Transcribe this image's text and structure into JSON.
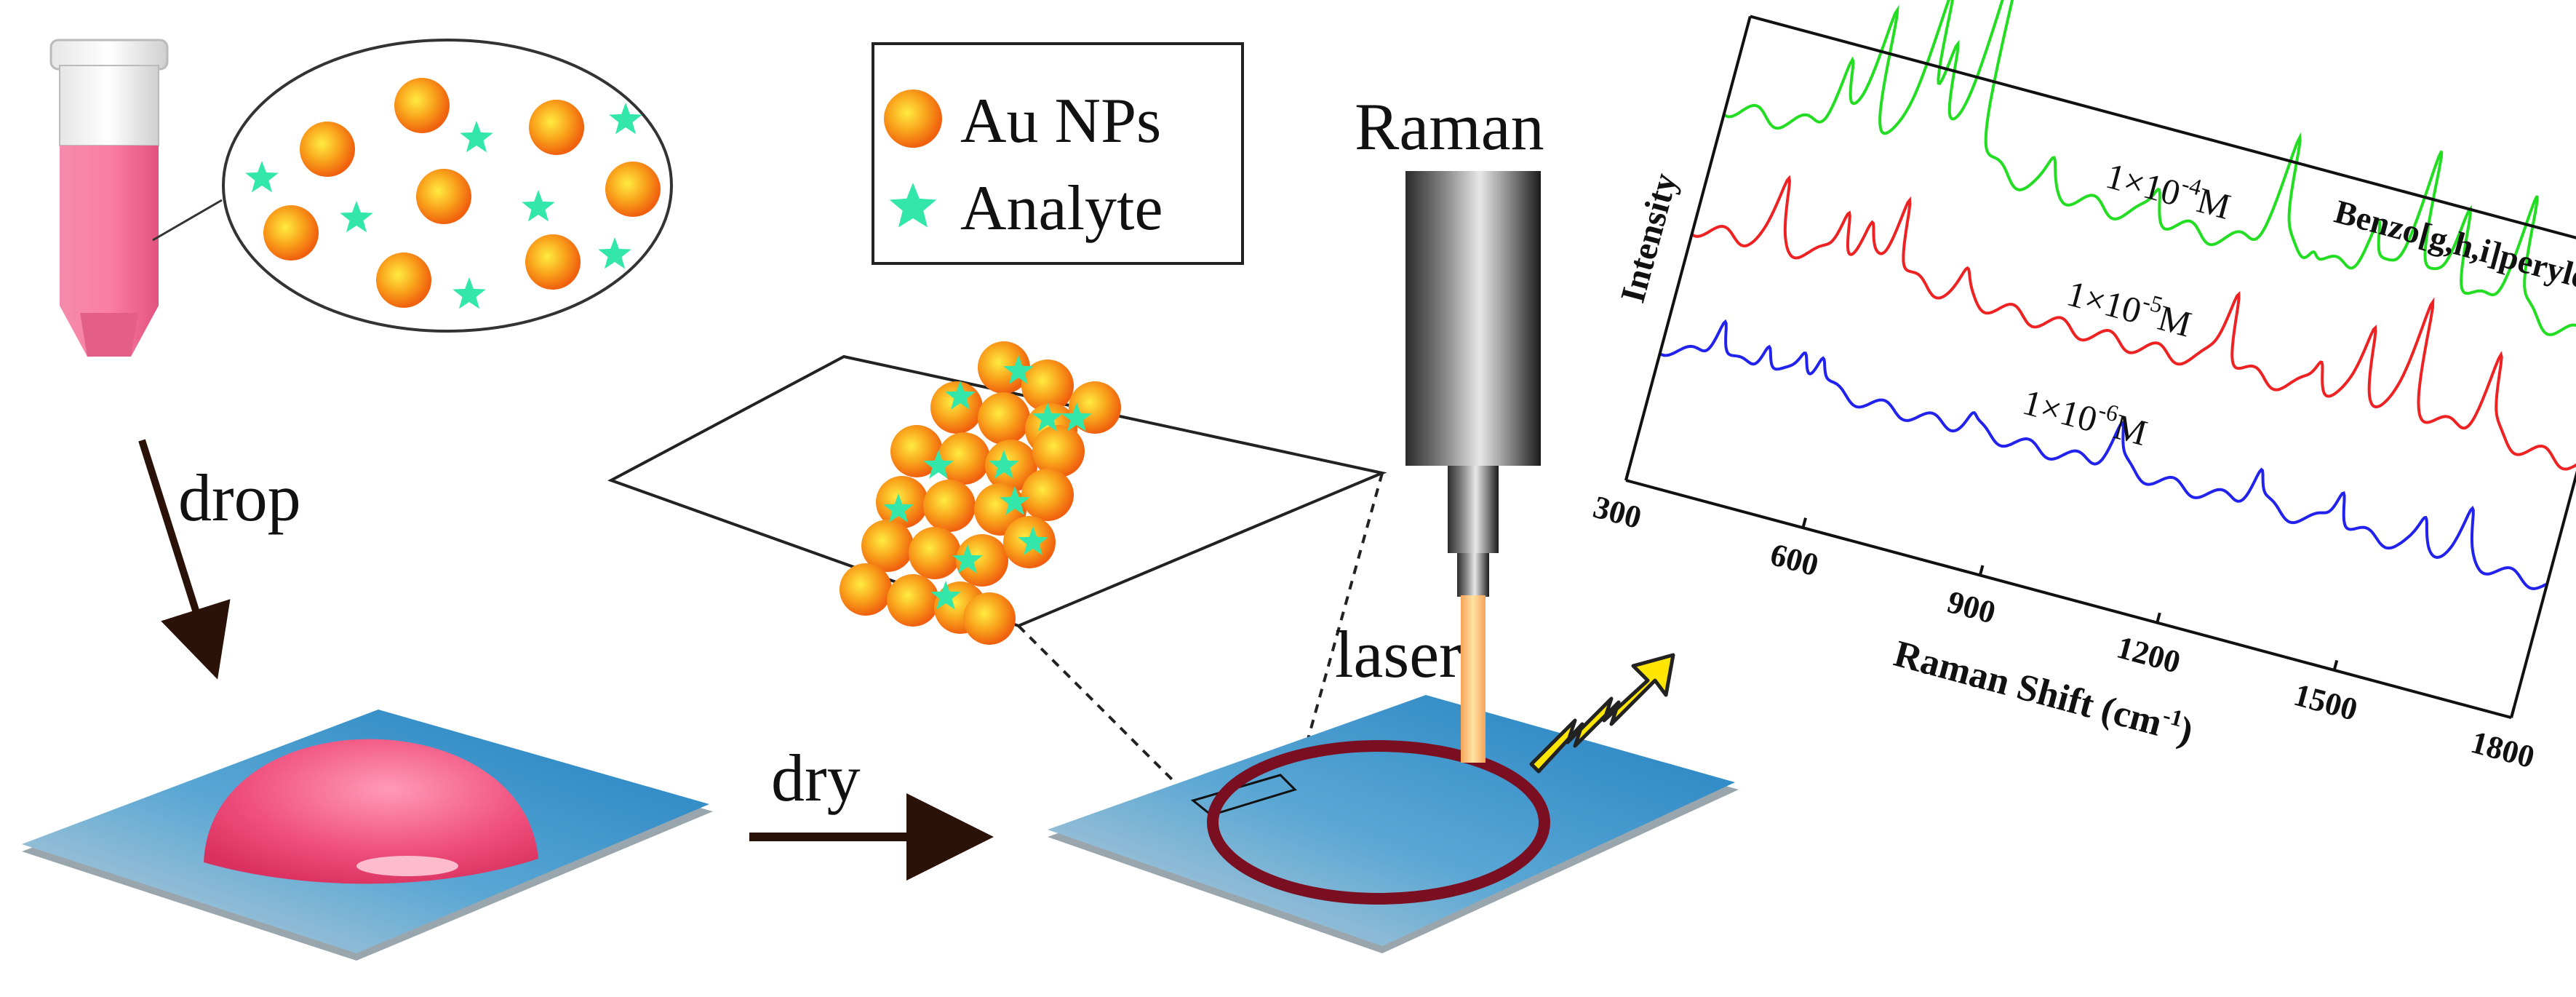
{
  "legend": {
    "np_label": "Au NPs",
    "analyte_label": "Analyte"
  },
  "steps": {
    "drop": "drop",
    "dry": "dry",
    "laser": "laser",
    "raman": "Raman"
  },
  "chart_data": {
    "type": "line",
    "title": "Benzo[g,h,i]perylene",
    "xlabel": "Raman Shift (cm",
    "xlabel_sup": "-1",
    "xlabel_close": ")",
    "ylabel": "Intensity",
    "xlim": [
      300,
      1800
    ],
    "xticks": [
      "300",
      "600",
      "900",
      "1200",
      "1500",
      "1800"
    ],
    "series": [
      {
        "name": "1×10-4M",
        "prefix": "1×10",
        "exp": "-4",
        "unit": "M",
        "color": "#22dd22",
        "peaks": [
          [
            480,
            0.45
          ],
          [
            530,
            0.75
          ],
          [
            610,
            0.9
          ],
          [
            640,
            0.6
          ],
          [
            700,
            1.6
          ],
          [
            840,
            0.15
          ],
          [
            1020,
            0.18
          ],
          [
            1220,
            0.7
          ],
          [
            1290,
            0.1
          ],
          [
            1380,
            0.35
          ],
          [
            1450,
            0.85
          ],
          [
            1520,
            0.55
          ],
          [
            1620,
            0.75
          ]
        ]
      },
      {
        "name": "1×10-5M",
        "prefix": "1×10",
        "exp": "-5",
        "unit": "M",
        "color": "#ee2222",
        "peaks": [
          [
            430,
            0.4
          ],
          [
            540,
            0.35
          ],
          [
            580,
            0.25
          ],
          [
            630,
            0.55
          ],
          [
            750,
            0.15
          ],
          [
            1190,
            0.5
          ],
          [
            1350,
            0.2
          ],
          [
            1420,
            0.45
          ],
          [
            1500,
            0.7
          ],
          [
            1630,
            0.55
          ]
        ]
      },
      {
        "name": "1×10-6M",
        "prefix": "1×10",
        "exp": "-6",
        "unit": "M",
        "color": "#2222ee",
        "peaks": [
          [
            390,
            0.35
          ],
          [
            470,
            0.25
          ],
          [
            530,
            0.2
          ],
          [
            560,
            0.25
          ],
          [
            820,
            0.12
          ],
          [
            1060,
            0.35
          ],
          [
            1300,
            0.3
          ],
          [
            1440,
            0.3
          ],
          [
            1580,
            0.2
          ],
          [
            1650,
            0.35
          ]
        ]
      }
    ]
  },
  "colors": {
    "gold": "#f39c12",
    "analyte": "#33e6aa",
    "solution": "#f0668f",
    "substrate": "#1d8fd0",
    "ring": "#7b0f22",
    "laser": "#f6b26b"
  }
}
